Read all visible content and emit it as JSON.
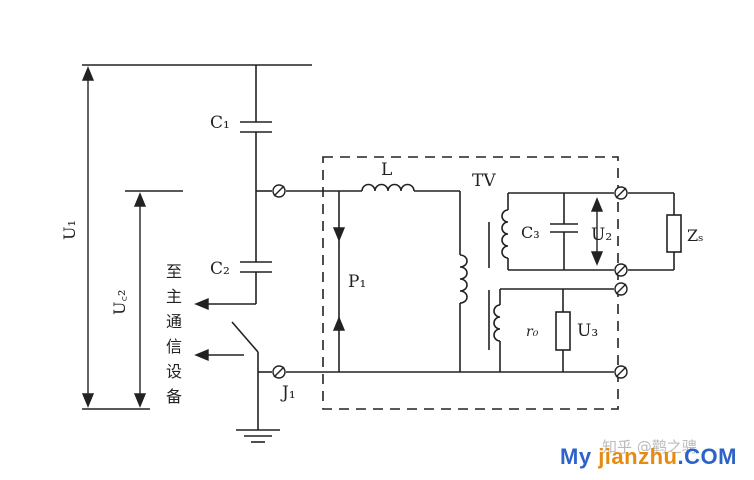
{
  "labels": {
    "c1": "C₁",
    "c2": "C₂",
    "l": "L",
    "tv": "TV",
    "c3": "C₃",
    "u2": "U₂",
    "zs": "Zₛ",
    "p1": "P₁",
    "r0": "r₀",
    "u3": "U₃",
    "j1": "J₁",
    "u1": "U₁",
    "uc2": "U꜀₂"
  },
  "equipment_chars": [
    "至",
    "主",
    "通",
    "信",
    "设",
    "备"
  ],
  "watermark": {
    "zhihu": "知乎 @鹳之骋",
    "brand_prefix": "My ",
    "brand_highlight": "jianzhu",
    "brand_suffix": ".COM"
  }
}
